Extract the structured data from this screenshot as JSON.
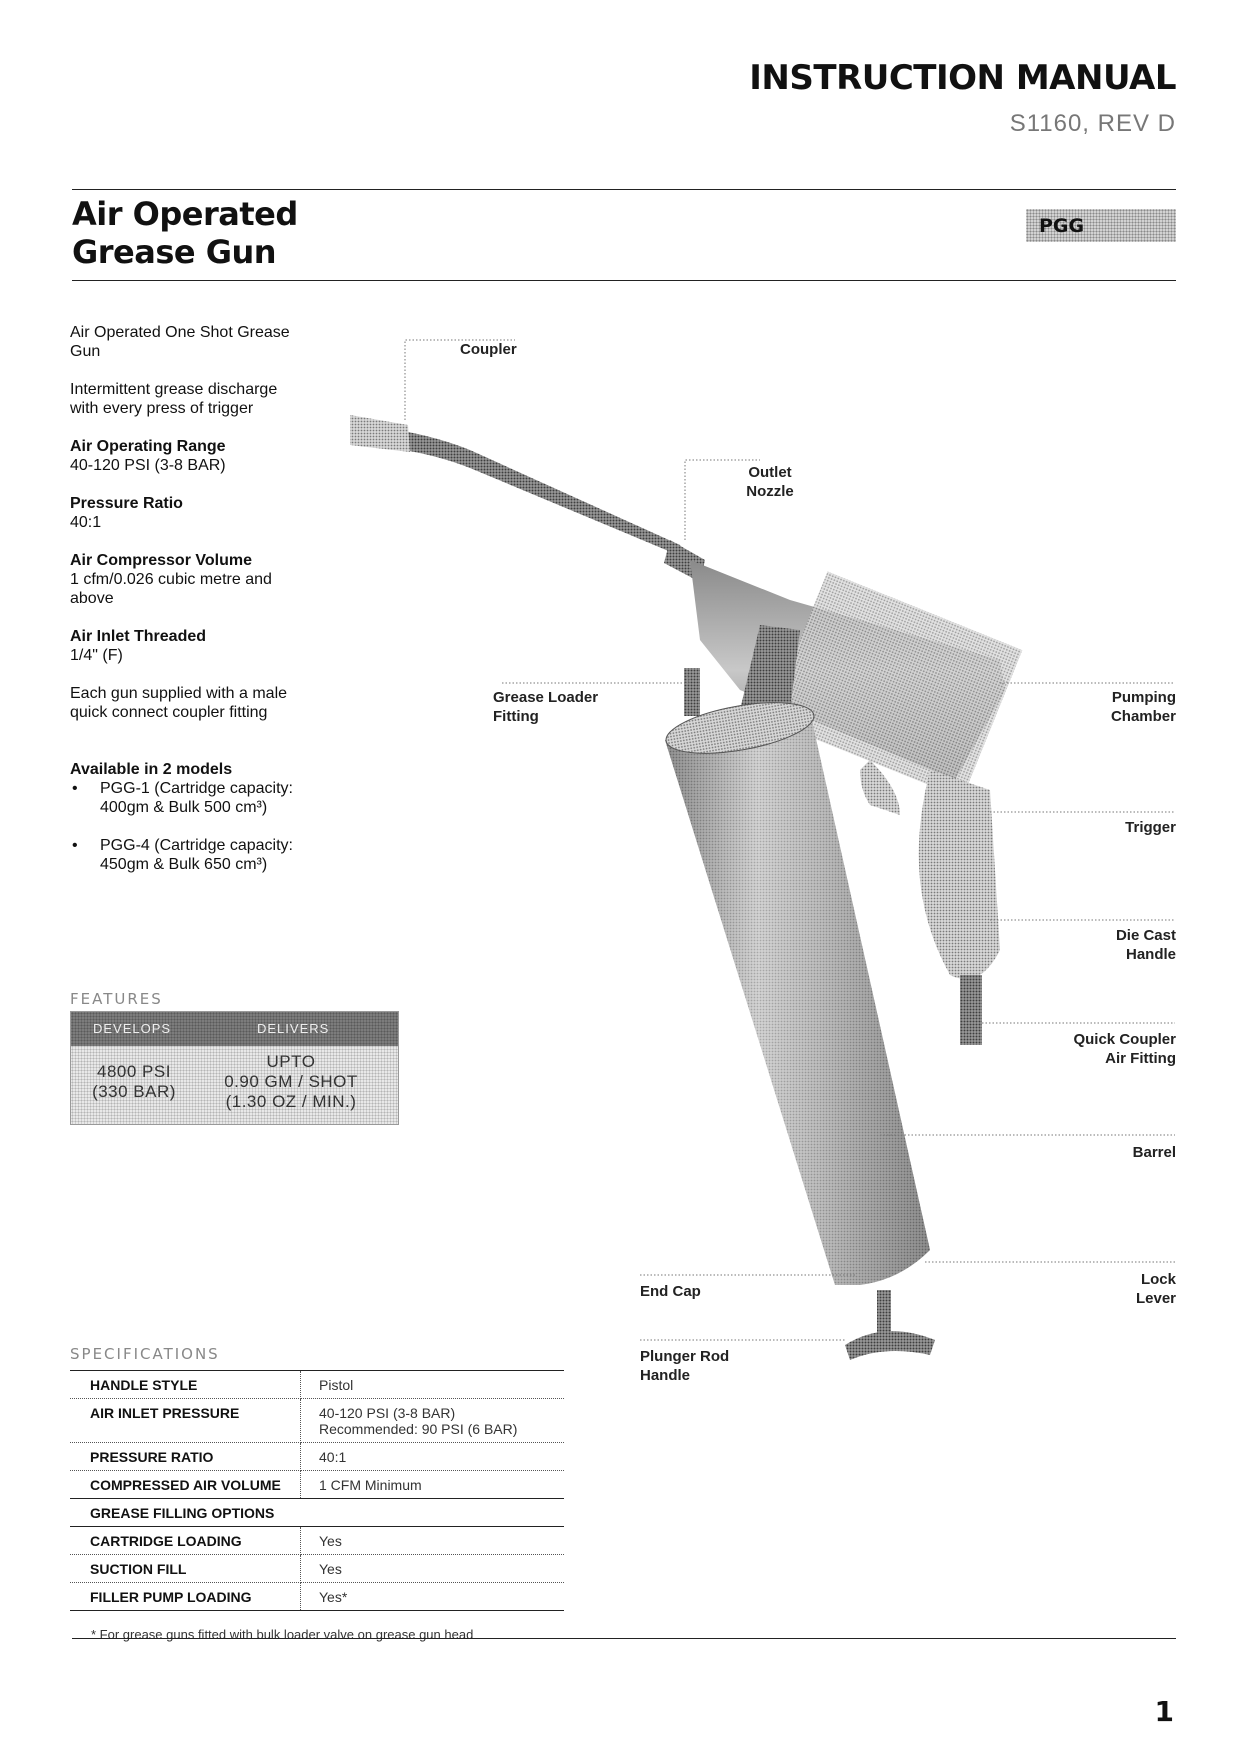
{
  "header": {
    "title": "INSTRUCTION MANUAL",
    "doc_number": "S1160, REV D"
  },
  "product": {
    "title_line1": "Air Operated",
    "title_line2": "Grease Gun",
    "model": "PGG"
  },
  "description": {
    "intro": "Air Operated One Shot Grease Gun",
    "discharge": "Intermittent grease discharge with every press of trigger",
    "air_range_label": "Air Operating Range",
    "air_range_value": "40-120 PSI (3-8 BAR)",
    "pressure_ratio_label": "Pressure Ratio",
    "pressure_ratio_value": "40:1",
    "compressor_label": "Air Compressor Volume",
    "compressor_value": "1 cfm/0.026 cubic metre and above",
    "inlet_label": "Air Inlet Threaded",
    "inlet_value": "1/4\" (F)",
    "supplied": "Each gun supplied with a male quick connect coupler fitting",
    "models_label": "Available in 2 models",
    "models": [
      "PGG-1 (Cartridge capacity: 400gm & Bulk 500 cm³)",
      "PGG-4 (Cartridge capacity: 450gm & Bulk 650 cm³)"
    ]
  },
  "features": {
    "label": "FEATURES",
    "col1_header": "DEVELOPS",
    "col2_header": "DELIVERS",
    "develops_line1": "4800 PSI",
    "develops_line2": "(330 BAR)",
    "delivers_line1": "UPTO",
    "delivers_line2": "0.90 GM / SHOT",
    "delivers_line3": "(1.30 OZ / MIN.)"
  },
  "specifications": {
    "label": "SPECIFICATIONS",
    "rows": [
      {
        "key": "HANDLE STYLE",
        "value": "Pistol",
        "value2": ""
      },
      {
        "key": "AIR INLET PRESSURE",
        "value": "40-120 PSI  (3-8 BAR)",
        "value2": "Recommended: 90 PSI (6 BAR)"
      },
      {
        "key": "PRESSURE RATIO",
        "value": "40:1",
        "value2": ""
      },
      {
        "key": "COMPRESSED AIR VOLUME",
        "value": "1 CFM Minimum",
        "value2": ""
      },
      {
        "key": "GREASE FILLING OPTIONS",
        "value": "",
        "value2": ""
      },
      {
        "key": "CARTRIDGE LOADING",
        "value": "Yes",
        "value2": ""
      },
      {
        "key": "SUCTION FILL",
        "value": "Yes",
        "value2": ""
      },
      {
        "key": "FILLER PUMP LOADING",
        "value": "Yes*",
        "value2": ""
      }
    ],
    "footnote": "* For grease guns fitted with bulk loader valve on grease gun head"
  },
  "callouts": {
    "coupler": "Coupler",
    "outlet_nozzle_1": "Outlet",
    "outlet_nozzle_2": "Nozzle",
    "grease_loader_1": "Grease Loader",
    "grease_loader_2": "Fitting",
    "pumping_chamber_1": "Pumping",
    "pumping_chamber_2": "Chamber",
    "trigger": "Trigger",
    "die_cast_1": "Die Cast",
    "die_cast_2": "Handle",
    "quick_coupler_1": "Quick Coupler",
    "quick_coupler_2": "Air Fitting",
    "barrel": "Barrel",
    "lock_lever_1": "Lock",
    "lock_lever_2": "Lever",
    "end_cap": "End Cap",
    "plunger_1": "Plunger Rod",
    "plunger_2": "Handle"
  },
  "page_number": "1"
}
